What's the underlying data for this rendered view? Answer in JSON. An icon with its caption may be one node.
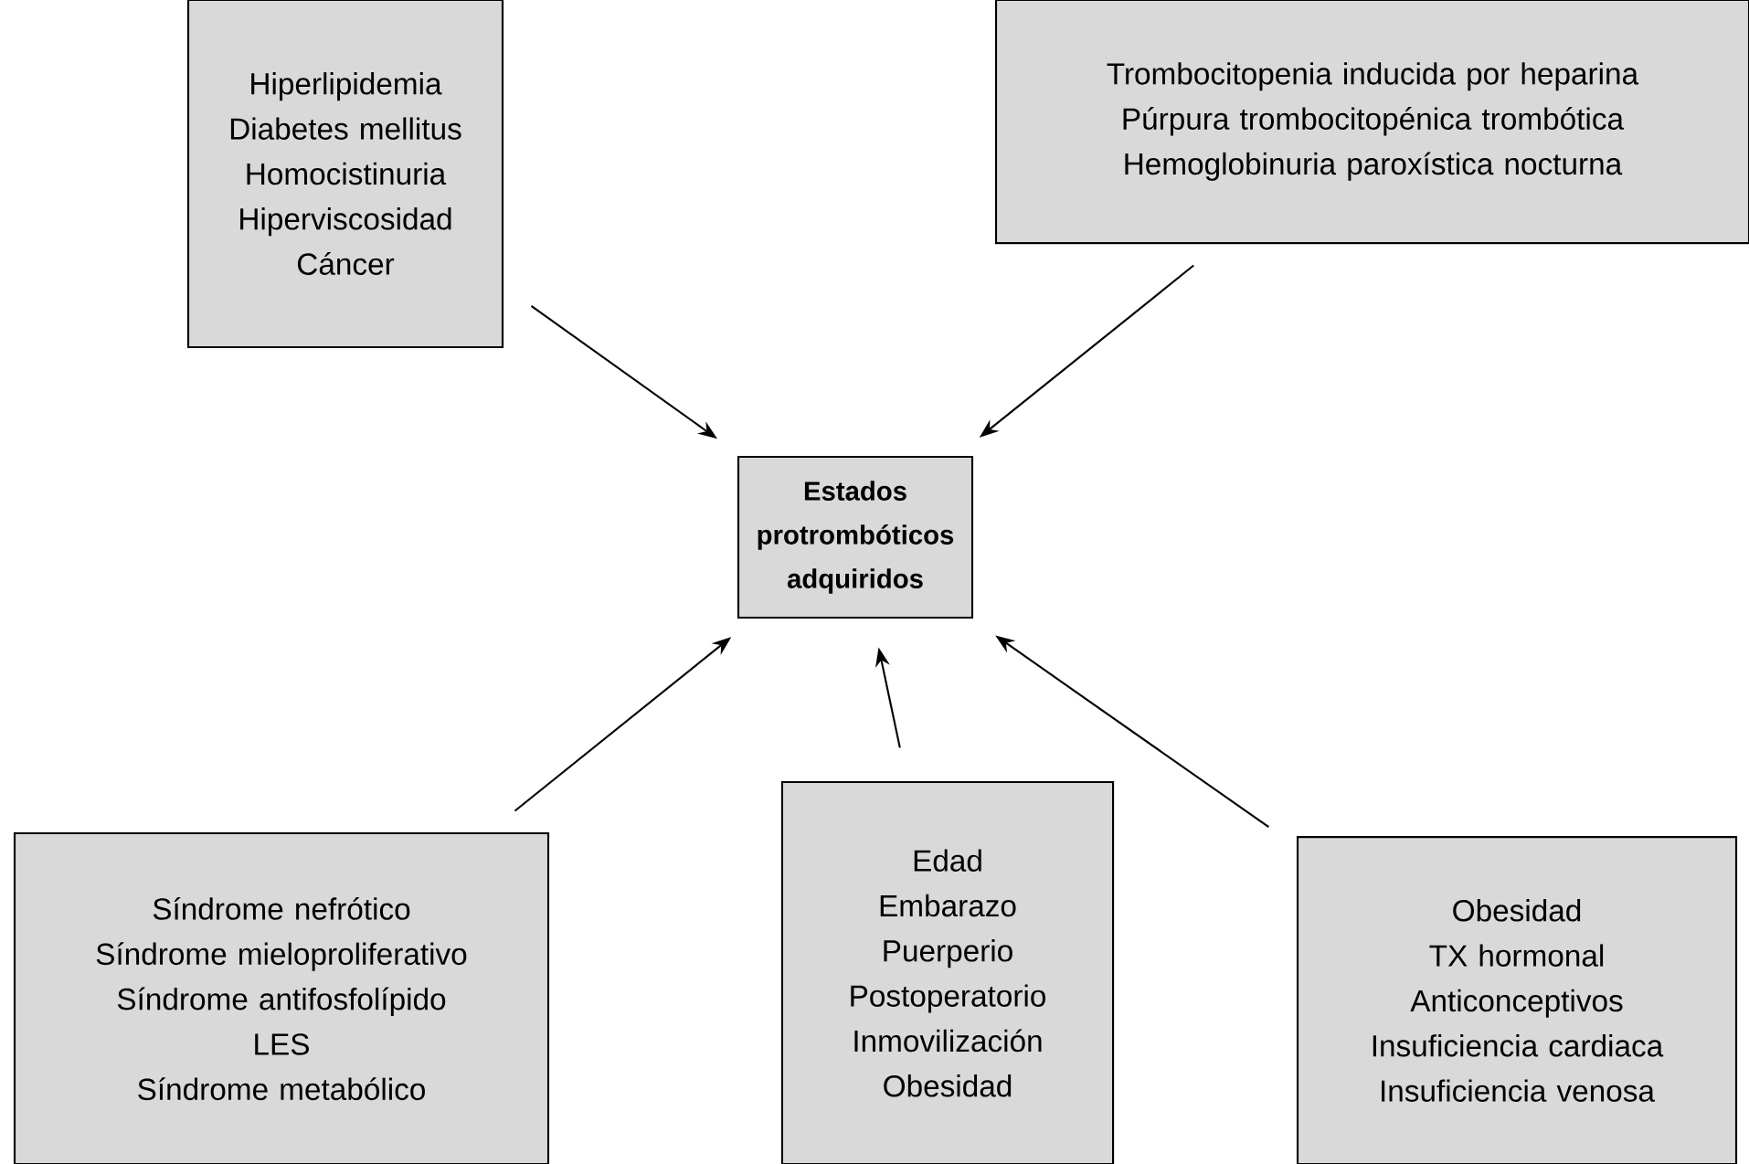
{
  "diagram": {
    "nodes": [
      {
        "text": [
          "Estados protrombóticos adquiridos"
        ]
      },
      {
        "text": [
          "Hiperlipidemia",
          "Diabetes mellitus",
          "Homocistinuria",
          "Hiperviscosidad",
          "Cáncer"
        ]
      },
      {
        "text": [
          "Trombocitopenia inducida por heparina",
          "Púrpura trombocitopénica trombótica",
          "Hemoglobinuria paroxística nocturna"
        ]
      },
      {
        "text": [
          "Síndrome nefrótico",
          "Síndrome mieloproliferativo",
          "Síndrome antifosfolípido",
          "LES",
          "Síndrome metabólico"
        ]
      },
      {
        "text": [
          "Edad",
          "Embarazo",
          "Puerperio",
          "Postoperatorio",
          "Inmovilización",
          "Obesidad"
        ]
      },
      {
        "text": [
          "Obesidad",
          "TX hormonal",
          "Anticonceptivos",
          "Insuficiencia cardiaca",
          "Insuficiencia venosa"
        ]
      }
    ],
    "edges": [
      {
        "from": 1,
        "to": 0,
        "arrow": "to"
      },
      {
        "from": 2,
        "to": 0,
        "arrow": "to"
      },
      {
        "from": 3,
        "to": 0,
        "arrow": "to"
      },
      {
        "from": 4,
        "to": 0,
        "arrow": "to"
      },
      {
        "from": 5,
        "to": 0,
        "arrow": "to"
      }
    ]
  }
}
